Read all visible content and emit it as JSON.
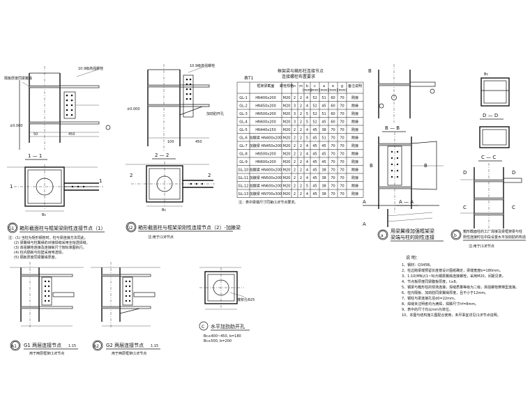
{
  "sections": {
    "s11": "1 — 1",
    "s22": "2 — 2",
    "sBB": "B — B",
    "sAA": "A — A",
    "sCC": "C — C",
    "sDD": "D — D",
    "markA": "A",
    "markB": "B",
    "markC": "C",
    "markD": "D",
    "mark1": "1",
    "mark2": "2"
  },
  "captions": {
    "g1_no": "G1",
    "g1_title": "箱形截面柱与框架梁刚性连接节点（1）",
    "g2_no": "G2",
    "g2_title": "箱形截面柱与框架梁刚性连接节点（2）-加腋梁",
    "g2_sub": "注:用于(1)E节点",
    "a_no": "a",
    "a_title1": "用梁翼缘加强框架梁",
    "a_title2": "梁端与柱的刚性连接",
    "b_no": "b",
    "b_title1": "箱形截面柱的工厂焊接及梁框架梁与柱",
    "b_title2": "刚性连接时在中段设置水平加劲肋的构造",
    "b_sub": "注:用于(1)E节点",
    "a1_no": "A1",
    "a1_title": "G1 两层连接节点",
    "a1_scale": "1:15",
    "a1_sub": "用于两层框架(1)E节点",
    "a2_no": "A2",
    "a2_title": "G2 两层连接节点",
    "a2_scale": "1:15",
    "a2_sub": "用于两层框架(1)E节点",
    "c_no": "C",
    "c_title": "水平加劲肋开孔",
    "c_formula1": "Bc≤400~450, b=180",
    "c_formula2": "Bc≥500, b=200"
  },
  "notes_g1": [
    "注：(1) 当柱为矩形钢管时，柱与梁连接方法同此。",
    "(2) 梁翼缘与柱翼缘的对接焊缝采用全熔透焊缝。",
    "(3) 高强螺栓连接及连接板尺寸按标准图执行。",
    "(4) 柱内隔板与柱壁采用电渣焊。",
    "(5) 隔板厚度同梁翼缘厚度。"
  ],
  "table": {
    "title1": "框架梁与箱形柱连接节点",
    "title2": "连接螺栓布置要求",
    "label": "表T1",
    "headers": [
      "框架梁截面",
      "螺栓规格",
      "n",
      "m",
      "b",
      "c",
      "a",
      "e",
      "g",
      "备注说明"
    ],
    "subheaders": [
      "",
      "",
      "",
      "",
      "(mm)",
      "(mm)",
      "(mm)",
      "(mm)",
      "(mm)",
      ""
    ],
    "rows": [
      [
        "GL-1",
        "HN400x200",
        "M20",
        "2",
        "2",
        "4",
        "52",
        "51",
        "60",
        "70",
        "刚接"
      ],
      [
        "GL-2",
        "HN450x200",
        "M20",
        "3",
        "2",
        "4",
        "52",
        "45",
        "60",
        "70",
        "刚接"
      ],
      [
        "GL-3",
        "HN500x200",
        "M20",
        "3",
        "2",
        "5",
        "52",
        "51",
        "60",
        "70",
        "刚接"
      ],
      [
        "GL-4",
        "HN600x200",
        "M20",
        "3",
        "2",
        "5",
        "52",
        "45",
        "60",
        "70",
        "刚接"
      ],
      [
        "GL-5",
        "HN440x150",
        "M20",
        "2",
        "2",
        "4",
        "45",
        "38",
        "70",
        "70",
        "刚接"
      ],
      [
        "GL-6",
        "加腋梁 HN400x200",
        "M20",
        "2",
        "2",
        "5",
        "45",
        "51",
        "70",
        "70",
        "刚接"
      ],
      [
        "GL-7",
        "加腋梁 HN450x200",
        "M20",
        "2",
        "2",
        "4",
        "45",
        "45",
        "70",
        "70",
        "刚接"
      ],
      [
        "GL-8",
        "HN500x200",
        "M20",
        "2",
        "2",
        "4",
        "45",
        "45",
        "70",
        "70",
        "刚接"
      ],
      [
        "GL-9",
        "HN600x200",
        "M20",
        "2",
        "2",
        "4",
        "45",
        "45",
        "70",
        "70",
        "刚接"
      ],
      [
        "GL-10",
        "加腋梁 HN400x200",
        "M20",
        "2",
        "2",
        "4",
        "45",
        "38",
        "70",
        "70",
        "刚接"
      ],
      [
        "GL-11",
        "加腋梁 HN500x200",
        "M20",
        "2",
        "2",
        "4",
        "45",
        "38",
        "70",
        "70",
        "刚接"
      ],
      [
        "GL-12",
        "加腋梁 HN600x200",
        "M20",
        "2",
        "2",
        "5",
        "45",
        "38",
        "70",
        "70",
        "刚接"
      ],
      [
        "GL-13",
        "加腋梁 HN700x300",
        "M20",
        "2",
        "2",
        "4",
        "45",
        "38",
        "70",
        "70",
        "刚接"
      ]
    ],
    "footnote": "注：表中梁端尺寸同第(1)E节点要求。"
  },
  "notes": {
    "title": "说  明：",
    "items": [
      "1、钢材：Q345B。",
      "2、柱边跨梁端预留长度按设计图纸确定，梁端宽度b=180mm。",
      "3、1:10(MN)/(1~N)为钢梁翼缘连接螺栓，采用M20，间距见表。",
      "4、节点板厚度同梁腹板厚度，t≥8。",
      "5、钢梁与箱形柱的现场连接，焊缝质量等级为二级，高强螺栓摩擦型连接。",
      "6、柱内隔板、加劲肋同梁翼缘厚度，且不小于12mm。",
      "7、钢柱与梁连接孔径d0=22mm。",
      "8、焊缝未注明者均为满焊，焊脚尺寸hf=8mm。",
      "9、表中的尺寸均以mm为单位。",
      "10、本图与结构施工图配合使用，未尽事宜详见(1)E节点说明。"
    ]
  },
  "labels": {
    "weld_note": "10.9级高强螺栓",
    "plate_note": "隔板厚度同梁翼缘",
    "hole_note": "灌浆孔Φ25",
    "dim_50": "50",
    "dim_100": "100",
    "dim_450": "450",
    "dim_bc": "Bc",
    "dim_t": "t",
    "dim_b": "b",
    "level_mark": "±0.000",
    "splice_note": "加劲肋开孔"
  }
}
